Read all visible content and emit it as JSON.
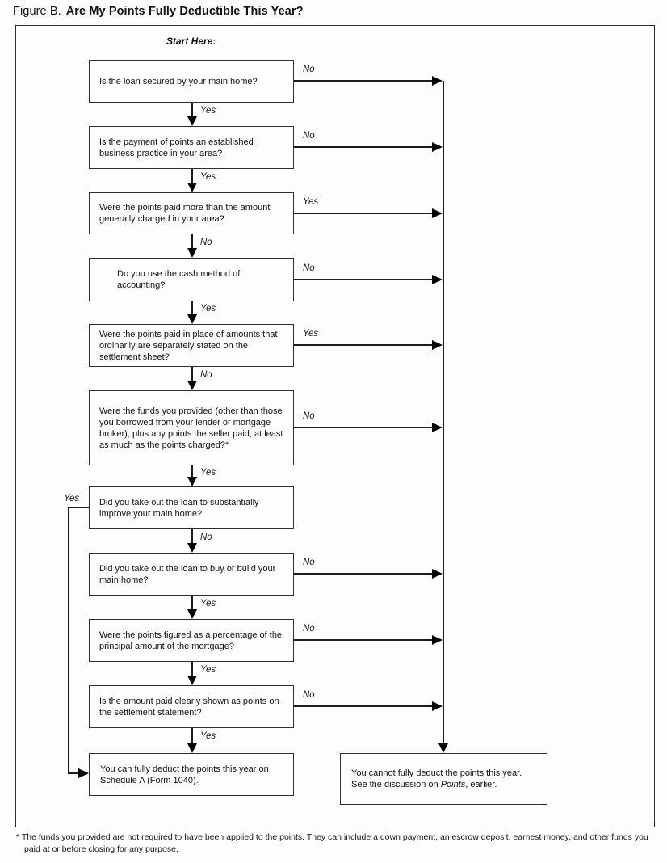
{
  "title": {
    "prefix": "Figure B.",
    "main": "Are My Points Fully Deductible This Year?"
  },
  "start_here": "Start Here:",
  "questions": [
    {
      "text": "Is the loan secured by your main home?",
      "branch_label": "No",
      "down_label": "Yes"
    },
    {
      "text": "Is the payment of points an established business practice in your area?",
      "branch_label": "No",
      "down_label": "Yes"
    },
    {
      "text": "Were the points paid more than the amount generally charged in your area?",
      "branch_label": "Yes",
      "down_label": "No"
    },
    {
      "text": "Do you use the cash method of accounting?",
      "branch_label": "No",
      "down_label": "Yes"
    },
    {
      "text": "Were the points paid in place of amounts that ordinarily are separately stated on the settlement sheet?",
      "branch_label": "Yes",
      "down_label": "No"
    },
    {
      "text": "Were the funds you provided (other than those you borrowed from your lender or mortgage broker), plus any points the seller paid, at least as much as the points charged?*",
      "branch_label": "No",
      "down_label": "Yes"
    },
    {
      "text": "Did you take out the loan to substantially improve your main home?",
      "branch_label": "Yes",
      "down_label": "No"
    },
    {
      "text": "Did you take out the loan to buy or build your main home?",
      "branch_label": "No",
      "down_label": "Yes"
    },
    {
      "text": "Were the points figured as a percentage of the principal amount of the mortgage?",
      "branch_label": "No",
      "down_label": "Yes"
    },
    {
      "text": "Is the amount paid clearly shown as points on the settlement statement?",
      "branch_label": "No",
      "down_label": "Yes"
    }
  ],
  "outcomes": {
    "deductible": "You can fully deduct the points this year on Schedule A (Form 1040).",
    "not_deductible_pre": "You cannot fully deduct the points this year. See the discussion on ",
    "not_deductible_italic": "Points",
    "not_deductible_post": ", earlier."
  },
  "footnote": "* The funds you provided are not required to have been applied to the points. They can include a down payment, an escrow deposit, earnest money, and other funds you paid at or before closing for any purpose.",
  "colors": {
    "line": "#1c1c1c",
    "box_border": "#2e2e2e",
    "background": "#fdfdfd",
    "text": "#111111"
  }
}
